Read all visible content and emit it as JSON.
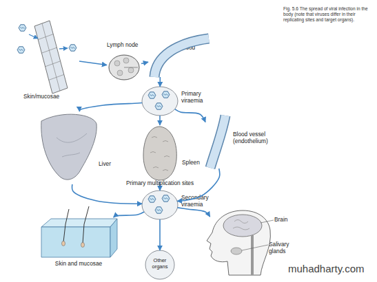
{
  "diagram": {
    "caption": "Fig. 5.6 The spread of viral infection in the body (note that viruses differ in their replicating sites and target organs).",
    "nodes": [
      {
        "text": [
          "Skin/mucosae"
        ]
      },
      {
        "text": [
          "Lymph node"
        ]
      },
      {
        "text": [
          "Blood"
        ]
      },
      {
        "text": [
          "Primary viraemia"
        ]
      },
      {
        "text": [
          "Liver"
        ]
      },
      {
        "text": [
          "Spleen"
        ]
      },
      {
        "text": [
          "Blood vessel (endothelium)"
        ]
      },
      {
        "text": [
          "Secondary viraemia"
        ]
      },
      {
        "text": [
          "Skin and mucosae"
        ]
      },
      {
        "text": [
          "Other organs"
        ]
      },
      {
        "text": [
          "Brain",
          "Salivary glands"
        ]
      }
    ],
    "edges": [
      {
        "from": 0,
        "to": 1,
        "arrow": "to"
      },
      {
        "from": 1,
        "to": 2,
        "arrow": "to"
      },
      {
        "from": 2,
        "to": 3,
        "arrow": "to"
      },
      {
        "from": 3,
        "to": 4,
        "arrow": "to"
      },
      {
        "from": 3,
        "to": 5,
        "arrow": "to"
      },
      {
        "from": 3,
        "to": 6,
        "arrow": "to"
      },
      {
        "from": 4,
        "to": 7,
        "arrow": "to"
      },
      {
        "from": 5,
        "to": 7,
        "arrow": "to"
      },
      {
        "from": 6,
        "to": 7,
        "arrow": "to"
      },
      {
        "from": 7,
        "to": 8,
        "arrow": "to"
      },
      {
        "from": 7,
        "to": 9,
        "arrow": "to"
      },
      {
        "from": 7,
        "to": 10,
        "arrow": "to"
      }
    ],
    "labels": [
      "Primary multiplication sites",
      "muhadharty.com"
    ]
  }
}
